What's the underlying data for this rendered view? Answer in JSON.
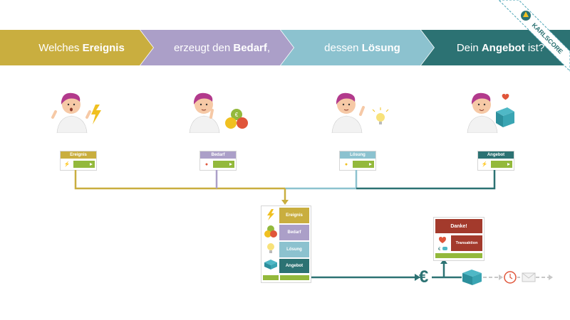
{
  "header": {
    "step1": {
      "pre": "Welches ",
      "bold": "Ereignis",
      "post": ""
    },
    "step2": {
      "pre": "erzeugt den ",
      "bold": "Bedarf",
      "post": ","
    },
    "step3": {
      "pre": "dessen ",
      "bold": "Lösung",
      "post": ""
    },
    "step4": {
      "pre": "Dein ",
      "bold": "Angebot",
      "post": " ist?"
    }
  },
  "logo": {
    "text": "KARLSCORE"
  },
  "cards": [
    {
      "label": "Ereignis",
      "color": "#c9ae3f"
    },
    {
      "label": "Bedarf",
      "color": "#ab9fc8"
    },
    {
      "label": "Lösung",
      "color": "#8cc2cf"
    },
    {
      "label": "Angebot",
      "color": "#2c7273"
    }
  ],
  "combined": {
    "rows": [
      {
        "label": "Ereignis",
        "color": "#c9ae3f"
      },
      {
        "label": "Bedarf",
        "color": "#ab9fc8"
      },
      {
        "label": "Lösung",
        "color": "#8cc2cf"
      },
      {
        "label": "Angebot",
        "color": "#2c7273"
      }
    ]
  },
  "thanks": {
    "title": "Danke!",
    "transaction": "Transaktion",
    "color": "#a33a2c"
  },
  "flow": {
    "currency": "€"
  },
  "colors": {
    "accent_green": "#93b93c",
    "arrow_gray": "#c8c8c8",
    "clock_red": "#e0553a"
  }
}
